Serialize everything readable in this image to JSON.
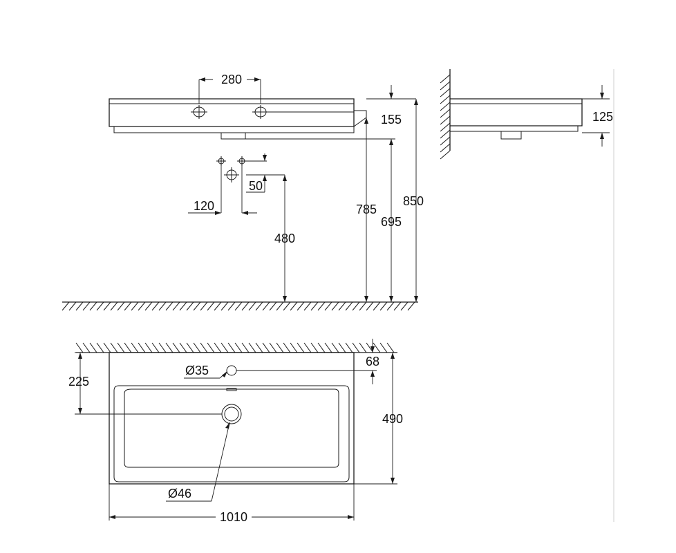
{
  "dimensions": {
    "hole_spacing": "280",
    "rim_height": "155",
    "waste_offset": "120",
    "waste_drop": "50",
    "waste_height": "480",
    "drain_height": "785",
    "underside_height": "695",
    "top_height": "850",
    "side_depth": "125",
    "overflow_diameter": "Ø35",
    "overflow_offset": "68",
    "drain_distance": "225",
    "basin_depth": "490",
    "drain_diameter": "Ø46",
    "basin_width": "1010"
  }
}
